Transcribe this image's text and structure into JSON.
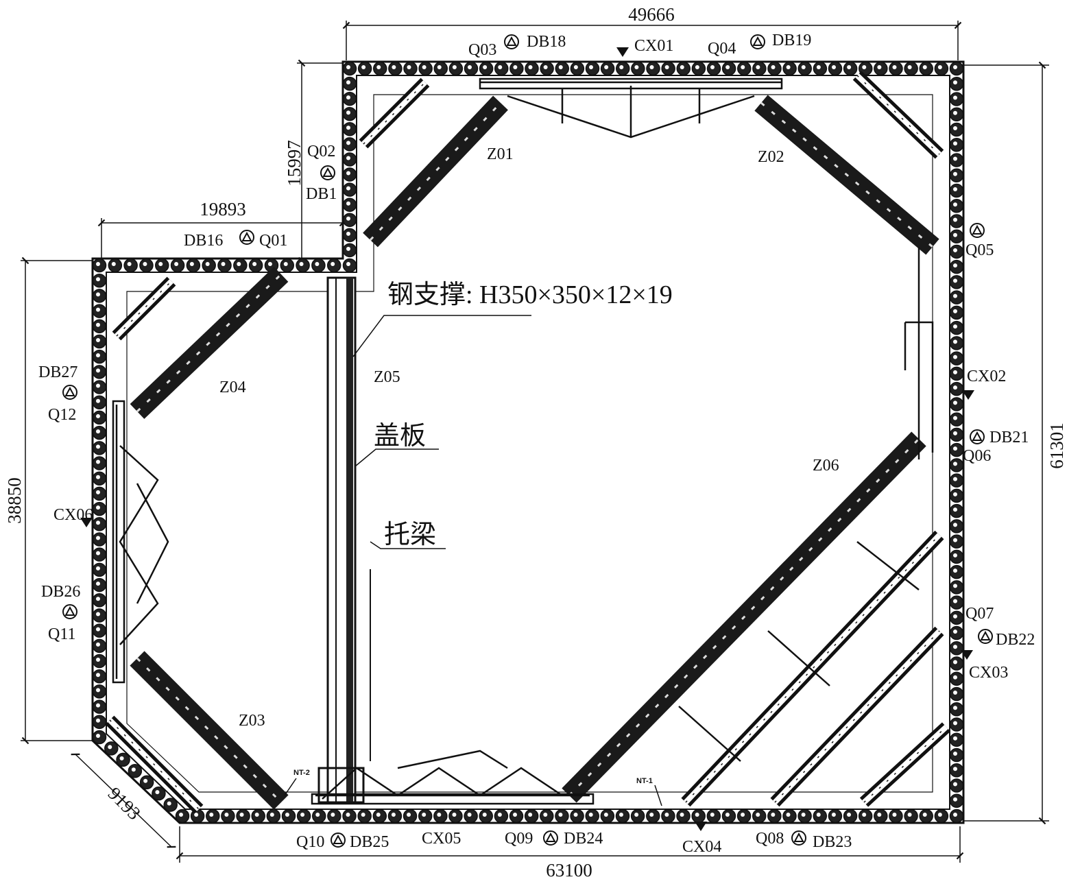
{
  "dimensions": {
    "top": "49666",
    "right": "61301",
    "bottom": "63100",
    "left": "38850",
    "step_width": "19893",
    "step_height": "15997",
    "corner": "9193"
  },
  "callouts": {
    "steel_strut": "钢支撑: H350×350×12×19",
    "cover_plate": "盖板",
    "support_beam": "托梁"
  },
  "struts": {
    "z01": "Z01",
    "z02": "Z02",
    "z03": "Z03",
    "z04": "Z04",
    "z05": "Z05",
    "z06": "Z06"
  },
  "monitoring": {
    "q01": "Q01",
    "q02": "Q02",
    "q03": "Q03",
    "q04": "Q04",
    "q05": "Q05",
    "q06": "Q06",
    "q07": "Q07",
    "q08": "Q08",
    "q09": "Q09",
    "q10": "Q10",
    "q11": "Q11",
    "q12": "Q12",
    "db16": "DB16",
    "db17": "DB1",
    "db18": "DB18",
    "db19": "DB19",
    "db21": "DB21",
    "db22": "DB22",
    "db23": "DB23",
    "db24": "DB24",
    "db25": "DB25",
    "db26": "DB26",
    "db27": "DB27",
    "cx01": "CX01",
    "cx02": "CX02",
    "cx03": "CX03",
    "cx04": "CX04",
    "cx05": "CX05",
    "cx06": "CX06"
  },
  "tags": {
    "nt1": "NT-1",
    "nt2": "NT-2"
  }
}
